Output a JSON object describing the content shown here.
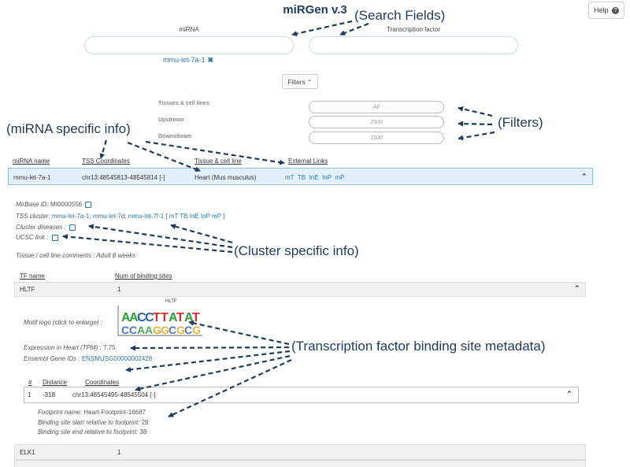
{
  "app": {
    "title": "miRGen v.3",
    "help_label": "Help"
  },
  "search": {
    "mirna_label": "miRNA",
    "tf_label": "Transcription factor",
    "selected_tag": "mmu-let-7a-1",
    "remove_symbol": "✖"
  },
  "filters": {
    "button_label": "Filters",
    "items": [
      {
        "label": "Tissues & cell lines",
        "value": "All"
      },
      {
        "label": "Upstream",
        "value": "2500"
      },
      {
        "label": "Downstream",
        "value": "1500"
      }
    ]
  },
  "annotations": {
    "search_fields": "(Search Fields)",
    "filters": "(Filters)",
    "mirna_info": "(miRNA specific info)",
    "cluster_info": "(Cluster specific info)",
    "tf_info": "(Transcription factor binding site metadata)"
  },
  "results": {
    "headers": [
      "miRNA name",
      "TSS Coordinates",
      "Tissue & cell line",
      "External Links"
    ],
    "row": {
      "name": "mmu-let-7a-1",
      "coords": "chr13:48545813-48545814 [-]",
      "tissue": "Heart (Mus musculus)",
      "links": [
        "mT",
        "TB",
        "InE",
        "InP",
        "mP"
      ]
    }
  },
  "details": {
    "mirbase_label": "MirBase ID:",
    "mirbase_value": "MI0000556",
    "tss_cluster_label": "TSS cluster:",
    "tss_cluster_items": [
      "mmu-let-7a-1;",
      "mmu-let-7d;",
      "mmu-let-7f-1"
    ],
    "tss_cluster_links": "[ mT TB InE InP mP ]",
    "cluster_diseases_label": "Cluster diseases :",
    "ucsc_label": "UCSC link :",
    "tissue_comment_label": "Tissue / cell line comments :",
    "tissue_comment_value": "Adult 8 weeks"
  },
  "tf_table": {
    "headers": [
      "TF name",
      "Num of binding sites"
    ],
    "rows": [
      {
        "name": "HLTF",
        "count": "1"
      },
      {
        "name": "ELK1",
        "count": "1"
      }
    ]
  },
  "tf_detail": {
    "motif_label": "Motif logo (click to enlarge) :",
    "motif_title": "HLTF",
    "motif_letters": "AACCTTATAT",
    "expression_label": "Expression in Heart (TPM) :",
    "expression_value": "7.75",
    "ensembl_label": "Ensembl Gene IDs :",
    "ensembl_value": "ENSMUSG00000002428"
  },
  "sites": {
    "headers": [
      "#",
      "Distance",
      "Coordinates"
    ],
    "row": {
      "index": "1",
      "distance": "-318",
      "coords": "chr13:48545495-48545504 [-]"
    },
    "footprint_name_label": "Footprint name:",
    "footprint_name_value": "Heart-Footprint-16687",
    "start_label": "Binding site start relative to footprint:",
    "start_value": "29",
    "end_label": "Binding site end relative to footprint:",
    "end_value": "38"
  },
  "colors": {
    "accent": "#2a7ab0",
    "highlight_row": "#e3f0fa",
    "annotation": "#1d3b5e"
  }
}
